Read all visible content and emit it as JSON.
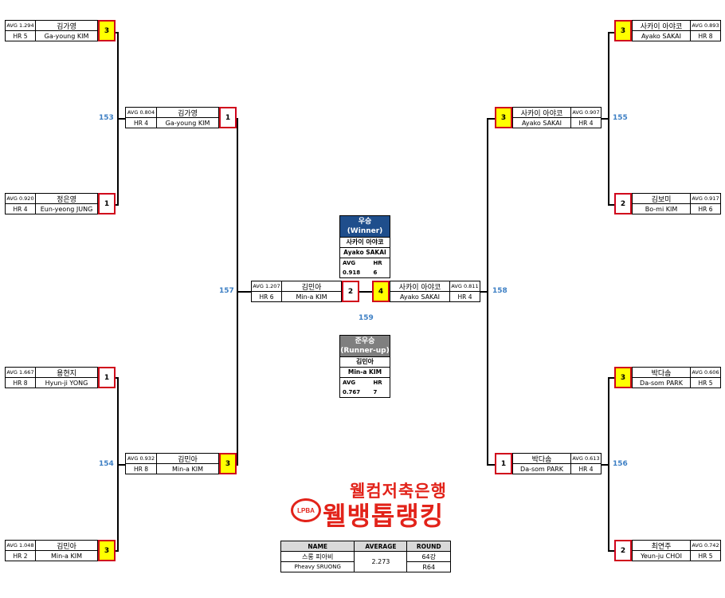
{
  "matches": {
    "m153": "153",
    "m154": "154",
    "m155": "155",
    "m156": "156",
    "m157": "157",
    "m158": "158",
    "m159": "159"
  },
  "left_r1": [
    {
      "avg": "AVG 1.294",
      "hr": "HR 5",
      "kname": "김가영",
      "ename": "Ga-young KIM",
      "score": "3"
    },
    {
      "avg": "AVG 0.920",
      "hr": "HR 4",
      "kname": "정은영",
      "ename": "Eun-yeong JUNG",
      "score": "1"
    },
    {
      "avg": "AVG 1.667",
      "hr": "HR 8",
      "kname": "용현지",
      "ename": "Hyun-ji YONG",
      "score": "1"
    },
    {
      "avg": "AVG 1.048",
      "hr": "HR 2",
      "kname": "김민아",
      "ename": "Min-a KIM",
      "score": "3"
    }
  ],
  "left_r2": [
    {
      "avg": "AVG 0.804",
      "hr": "HR 4",
      "kname": "김가영",
      "ename": "Ga-young KIM",
      "score": "1"
    },
    {
      "avg": "AVG 0.932",
      "hr": "HR 8",
      "kname": "김민아",
      "ename": "Min-a KIM",
      "score": "3"
    }
  ],
  "right_r1": [
    {
      "avg": "AVG 0.893",
      "hr": "HR 8",
      "kname": "사카이 아야코",
      "ename": "Ayako SAKAI",
      "score": "3"
    },
    {
      "avg": "AVG 0.917",
      "hr": "HR 6",
      "kname": "김보미",
      "ename": "Bo-mi KIM",
      "score": "2"
    },
    {
      "avg": "AVG 0.606",
      "hr": "HR 5",
      "kname": "박다솜",
      "ename": "Da-som PARK",
      "score": "3"
    },
    {
      "avg": "AVG 0.742",
      "hr": "HR 5",
      "kname": "최연주",
      "ename": "Yeun-ju CHOI",
      "score": "2"
    }
  ],
  "right_r2": [
    {
      "avg": "AVG 0.907",
      "hr": "HR 4",
      "kname": "사카이 아야코",
      "ename": "Ayako SAKAI",
      "score": "3"
    },
    {
      "avg": "AVG 0.613",
      "hr": "HR 4",
      "kname": "박다솜",
      "ename": "Da-som PARK",
      "score": "1"
    }
  ],
  "final_left": {
    "avg": "AVG 1.207",
    "hr": "HR 6",
    "kname": "김민아",
    "ename": "Min-a KIM",
    "score": "2"
  },
  "final_right": {
    "avg": "AVG 0.811",
    "hr": "HR 4",
    "kname": "사카이 아야코",
    "ename": "Ayako SAKAI",
    "score": "4"
  },
  "winner": {
    "title": "우승",
    "sub": "(Winner)",
    "kname": "사카이 아야코",
    "ename": "Ayako SAKAI",
    "avg": "AVG 0.918",
    "hr": "HR 6",
    "color": "#1f4e8c"
  },
  "runnerup": {
    "title": "준우승",
    "sub": "(Runner-up)",
    "kname": "김민아",
    "ename": "Min-a KIM",
    "avg": "AVG 0.767",
    "hr": "HR 7",
    "color": "#7f7f7f"
  },
  "logo": {
    "line1": "웰컴저축은행",
    "line2": "웰뱅톱랭킹",
    "badge": "LPBA",
    "color": "#e2231a"
  },
  "info": {
    "h_name": "NAME",
    "h_avg": "AVERAGE",
    "h_round": "ROUND",
    "kname": "스롱 피아비",
    "ename": "Pheavy SRUONG",
    "avg": "2.273",
    "round_kr": "64강",
    "round_en": "R64"
  }
}
